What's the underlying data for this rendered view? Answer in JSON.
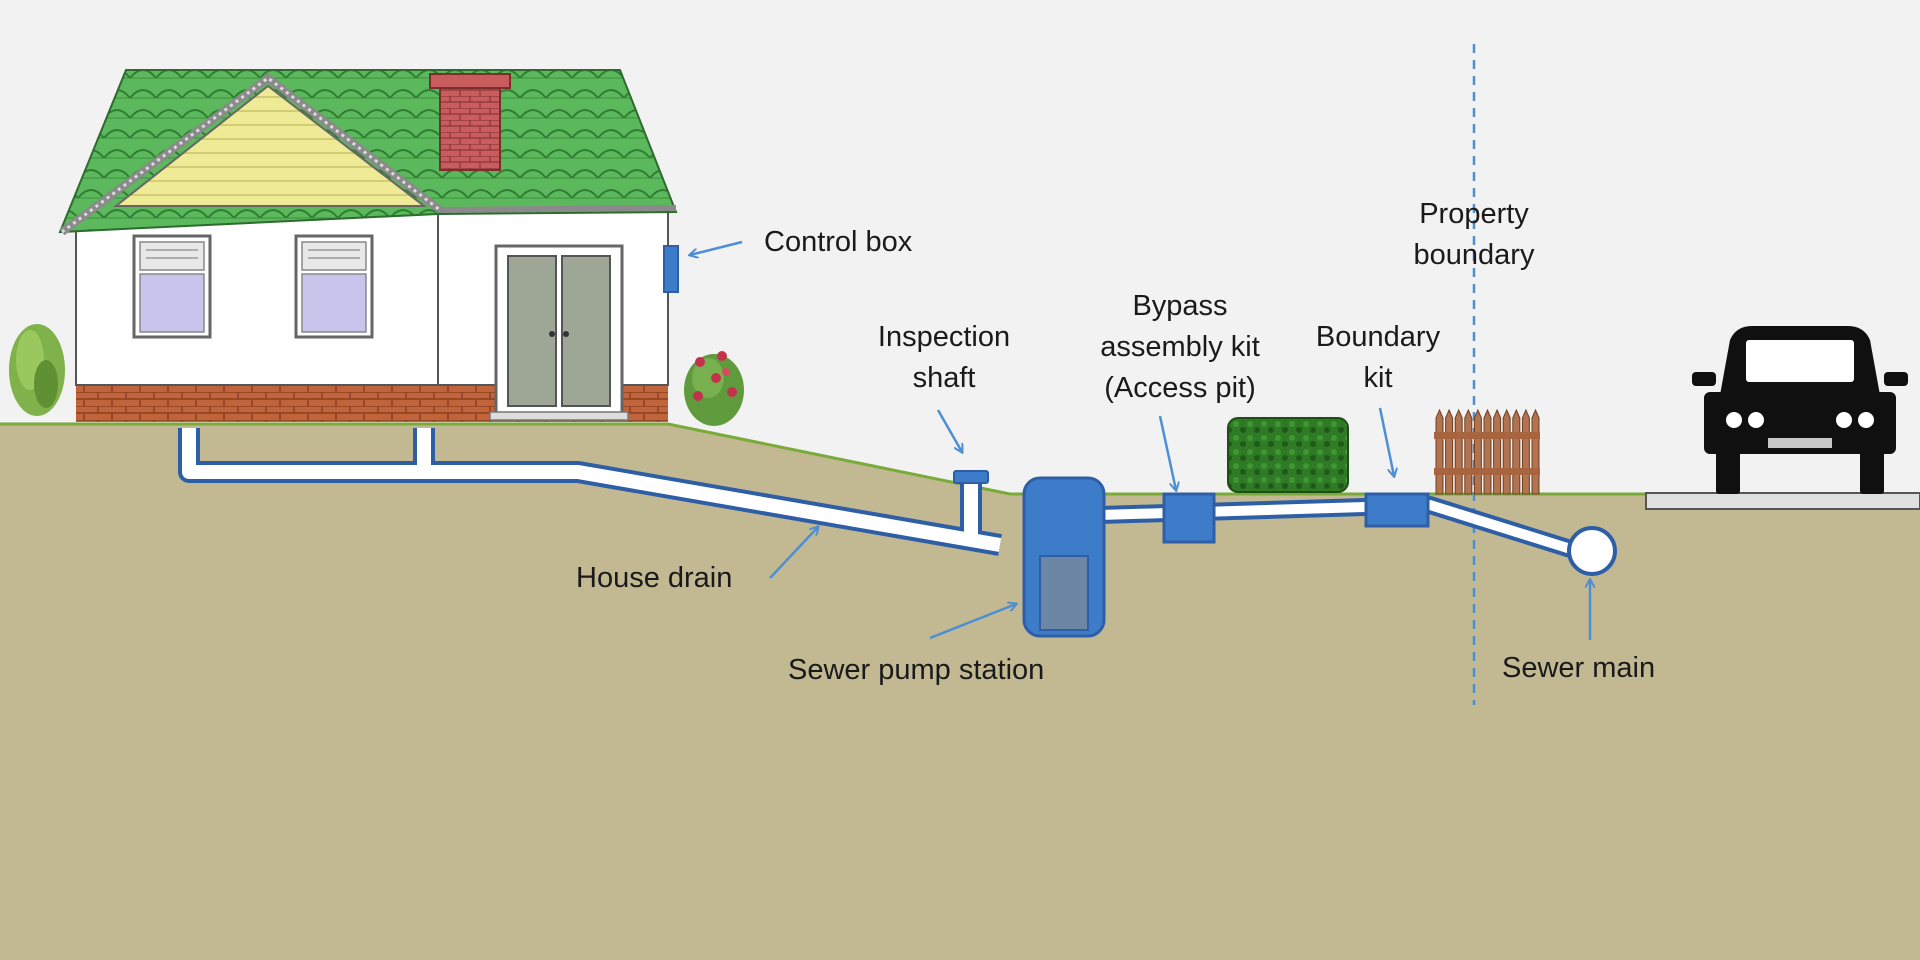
{
  "labels": {
    "control_box": "Control box",
    "property_boundary": [
      "Property",
      "boundary"
    ],
    "inspection_shaft": [
      "Inspection",
      "shaft"
    ],
    "bypass_kit": [
      "Bypass",
      "assembly kit",
      "(Access pit)"
    ],
    "boundary_kit": [
      "Boundary",
      "kit"
    ],
    "house_drain": "House drain",
    "sewer_pump_station": "Sewer pump station",
    "sewer_main": "Sewer main"
  },
  "colors": {
    "sky": "#f2f2f2",
    "ground": "#c2b993",
    "grass_line": "#7aab3a",
    "roof": "#5cb85c",
    "gable": "#eeea96",
    "chimney": "#c95d5d",
    "brick": "#c0643c",
    "pipe_fill": "#ffffff",
    "pipe_outline": "#2e5fa6",
    "component_blue": "#3d7cc9",
    "arrow": "#4d8fd4",
    "boundary_line": "#4d8fd4",
    "hedge": "#2f7a25",
    "fence": "#b27350",
    "car": "#101010"
  }
}
